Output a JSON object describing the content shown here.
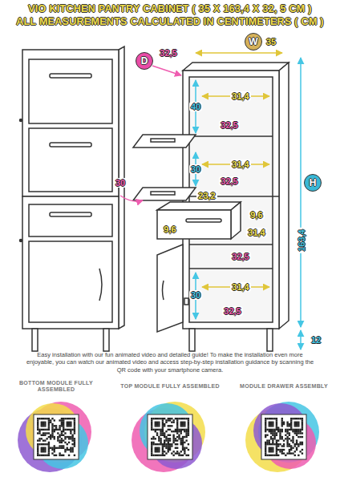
{
  "diagram": {
    "title": "VIO KITCHEN PANTRY CABINET ( 35 X 163,4 X 32, 5 CM )",
    "nodes": [
      {
        "text": [
          "D"
        ]
      },
      {
        "text": [
          "W"
        ]
      },
      {
        "text": [
          "H"
        ]
      }
    ],
    "labels": [
      "ALL MEASUREMENTS CALCULATED IN CENTIMETERS ( CM )",
      "32,5",
      "35",
      "40",
      "31,4",
      "32,5",
      "30",
      "31,4",
      "32,5",
      "30",
      "23,2",
      "9,6",
      "9,6",
      "31,4",
      "32,5",
      "30",
      "31,4",
      "32,5",
      "163,4",
      "12",
      "Easy installation with our fun animated video and detailed guide! To make the installation even more enjoyable, you can watch our animated video and access step-by-step installation guidance by scanning the QR code with your smartphone camera.",
      "BOTTOM MODULE FULLY ASSEMBLED",
      "TOP MODULE FULLY ASSEMBLED",
      "MODULE DRAWER ASSEMBLY"
    ]
  }
}
